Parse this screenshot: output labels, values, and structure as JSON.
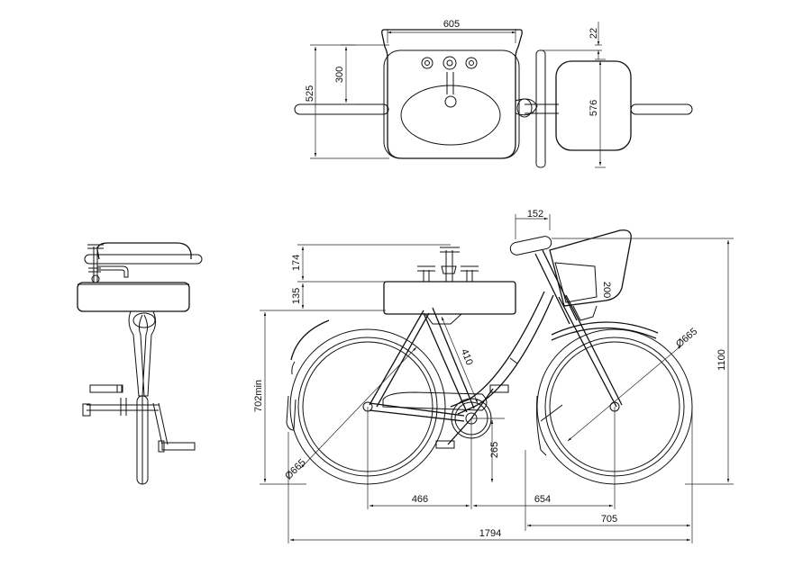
{
  "dimensions": {
    "basin_width": "605",
    "top_offset": "22",
    "basin_depth_outer": "525",
    "basin_depth_inner": "300",
    "basket_depth": "576",
    "handlebar_offset": "152",
    "tap_height": "174",
    "basin_thickness": "135",
    "basket_height": "200",
    "saddle_tube": "410",
    "wheel_front": "Ø665",
    "wheel_rear": "Ø665",
    "overall_height": "1100",
    "seat_height_min": "702min",
    "crank_height": "265",
    "rear_to_crank": "466",
    "crank_to_front": "654",
    "front_half": "705",
    "overall_length": "1794"
  }
}
